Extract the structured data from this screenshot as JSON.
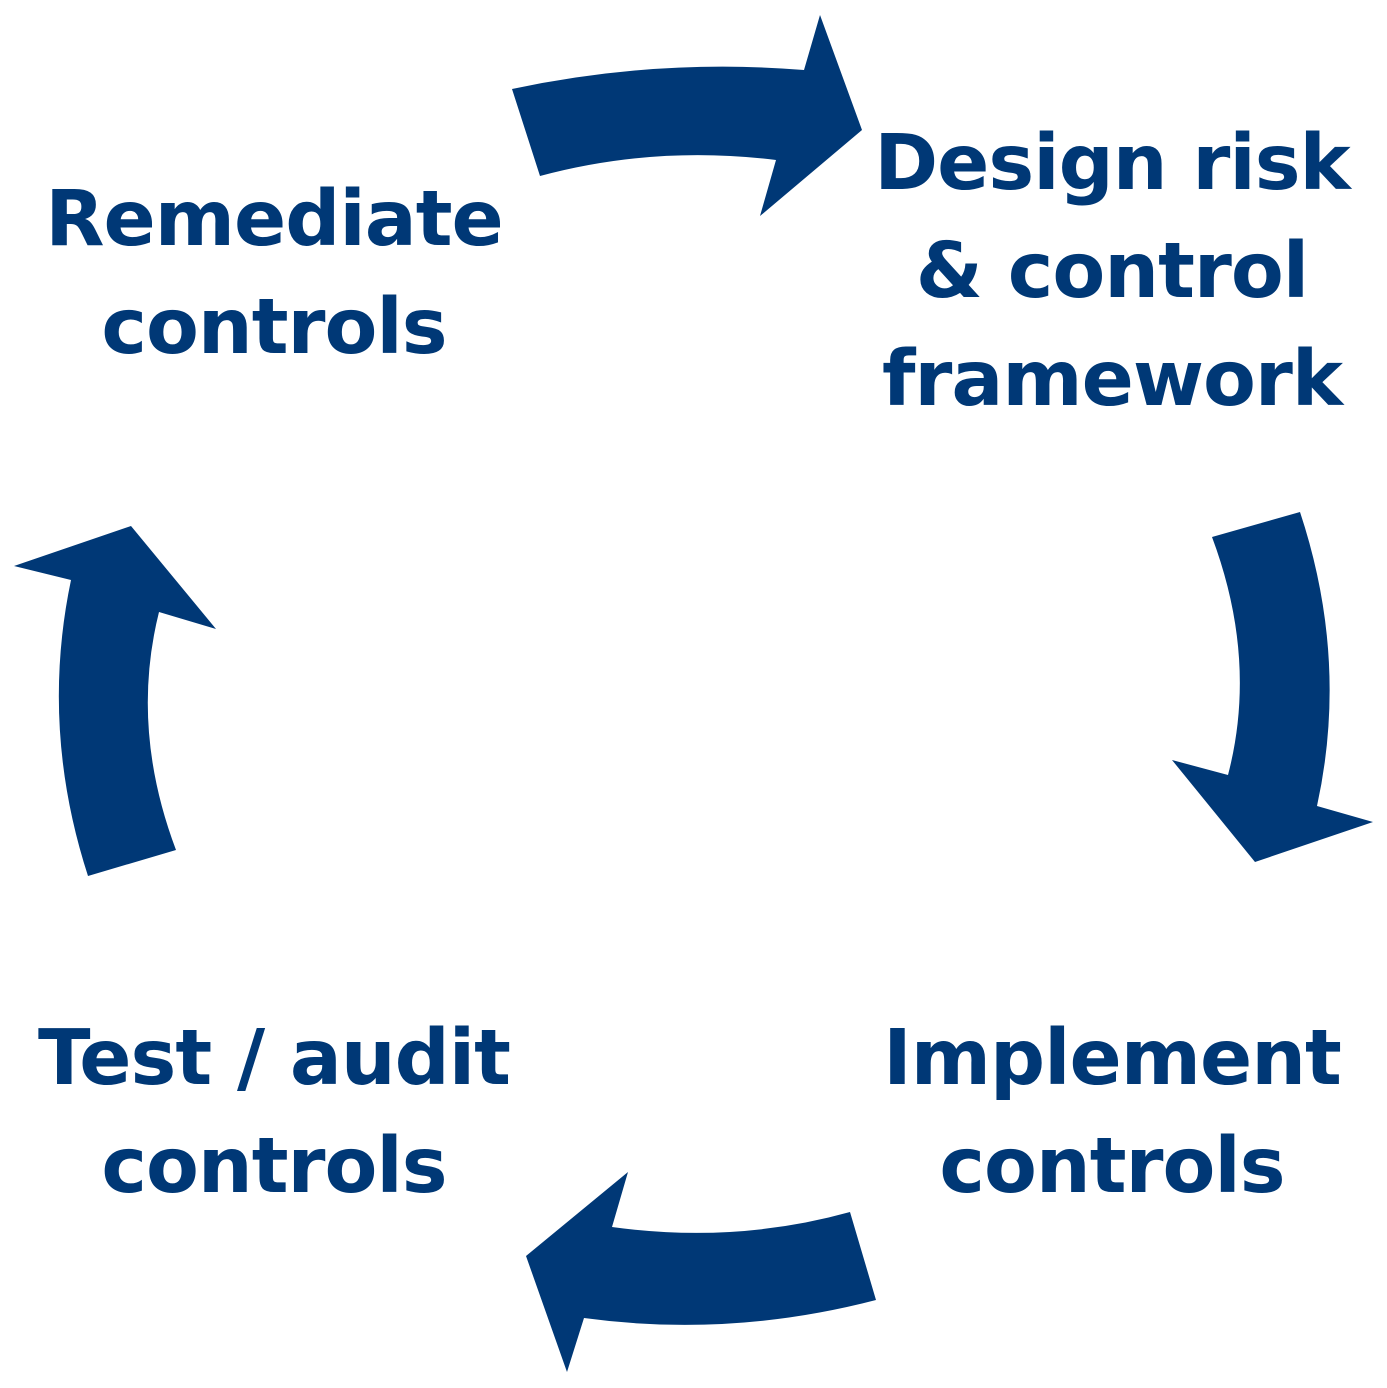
{
  "colors": {
    "primary": "#003876",
    "background": "#ffffff"
  },
  "stages": {
    "design": {
      "line1": "Design risk",
      "line2": "& control",
      "line3": "framework"
    },
    "implement": {
      "line1": "Implement",
      "line2": "controls"
    },
    "test": {
      "line1": "Test / audit",
      "line2": "controls"
    },
    "remediate": {
      "line1": "Remediate",
      "line2": "controls"
    }
  },
  "arrows": [
    {
      "from": "remediate",
      "to": "design",
      "icon": "curved-arrow-right-icon"
    },
    {
      "from": "design",
      "to": "implement",
      "icon": "curved-arrow-down-icon"
    },
    {
      "from": "implement",
      "to": "test",
      "icon": "curved-arrow-left-icon"
    },
    {
      "from": "test",
      "to": "remediate",
      "icon": "curved-arrow-up-icon"
    }
  ]
}
